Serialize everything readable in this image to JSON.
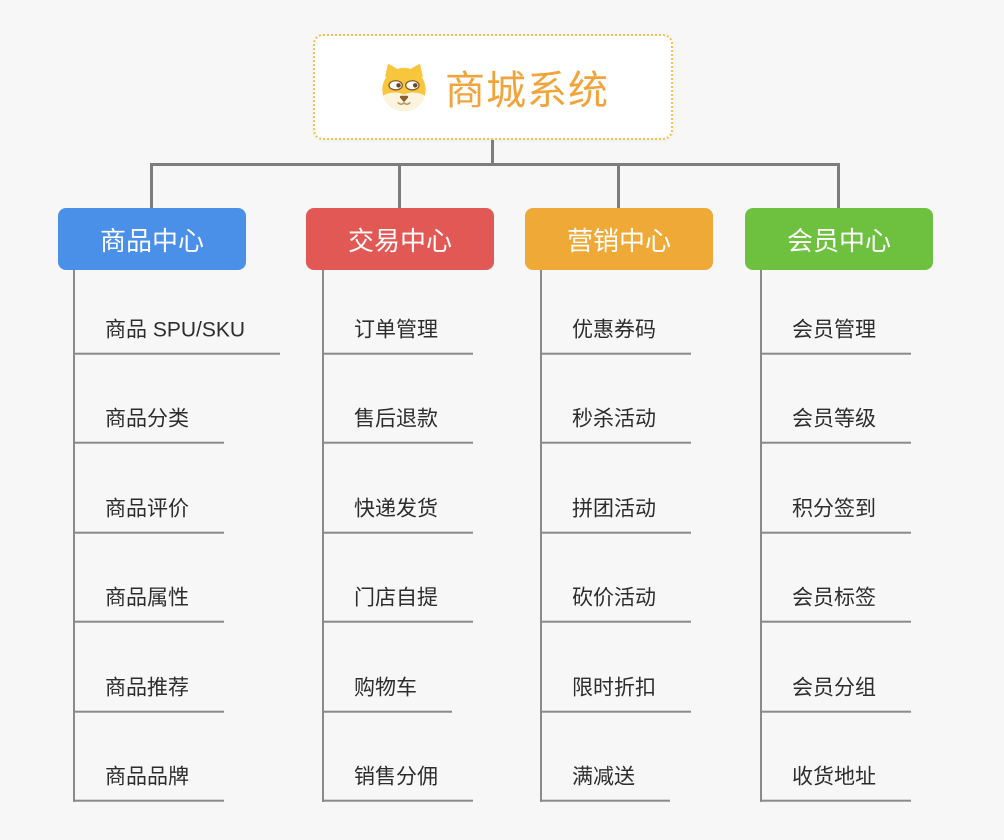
{
  "diagram": {
    "root": {
      "title": "商城系统",
      "icon": "dog-face-icon",
      "accent_color": "#f2a43c",
      "border_color": "#f9bd4d"
    },
    "branches": [
      {
        "label": "商品中心",
        "color": "#4a90e8",
        "items": [
          "商品 SPU/SKU",
          "商品分类",
          "商品评价",
          "商品属性",
          "商品推荐",
          "商品品牌"
        ]
      },
      {
        "label": "交易中心",
        "color": "#e25855",
        "items": [
          "订单管理",
          "售后退款",
          "快递发货",
          "门店自提",
          "购物车",
          "销售分佣"
        ]
      },
      {
        "label": "营销中心",
        "color": "#efa937",
        "items": [
          "优惠券码",
          "秒杀活动",
          "拼团活动",
          "砍价活动",
          "限时折扣",
          "满减送"
        ]
      },
      {
        "label": "会员中心",
        "color": "#6ec13f",
        "items": [
          "会员管理",
          "会员等级",
          "积分签到",
          "会员标签",
          "会员分组",
          "收货地址"
        ]
      }
    ],
    "line_colors": {
      "connector": "#7d7d7d",
      "underline": "#8a8a8a"
    },
    "background": "#f7f7f7"
  }
}
